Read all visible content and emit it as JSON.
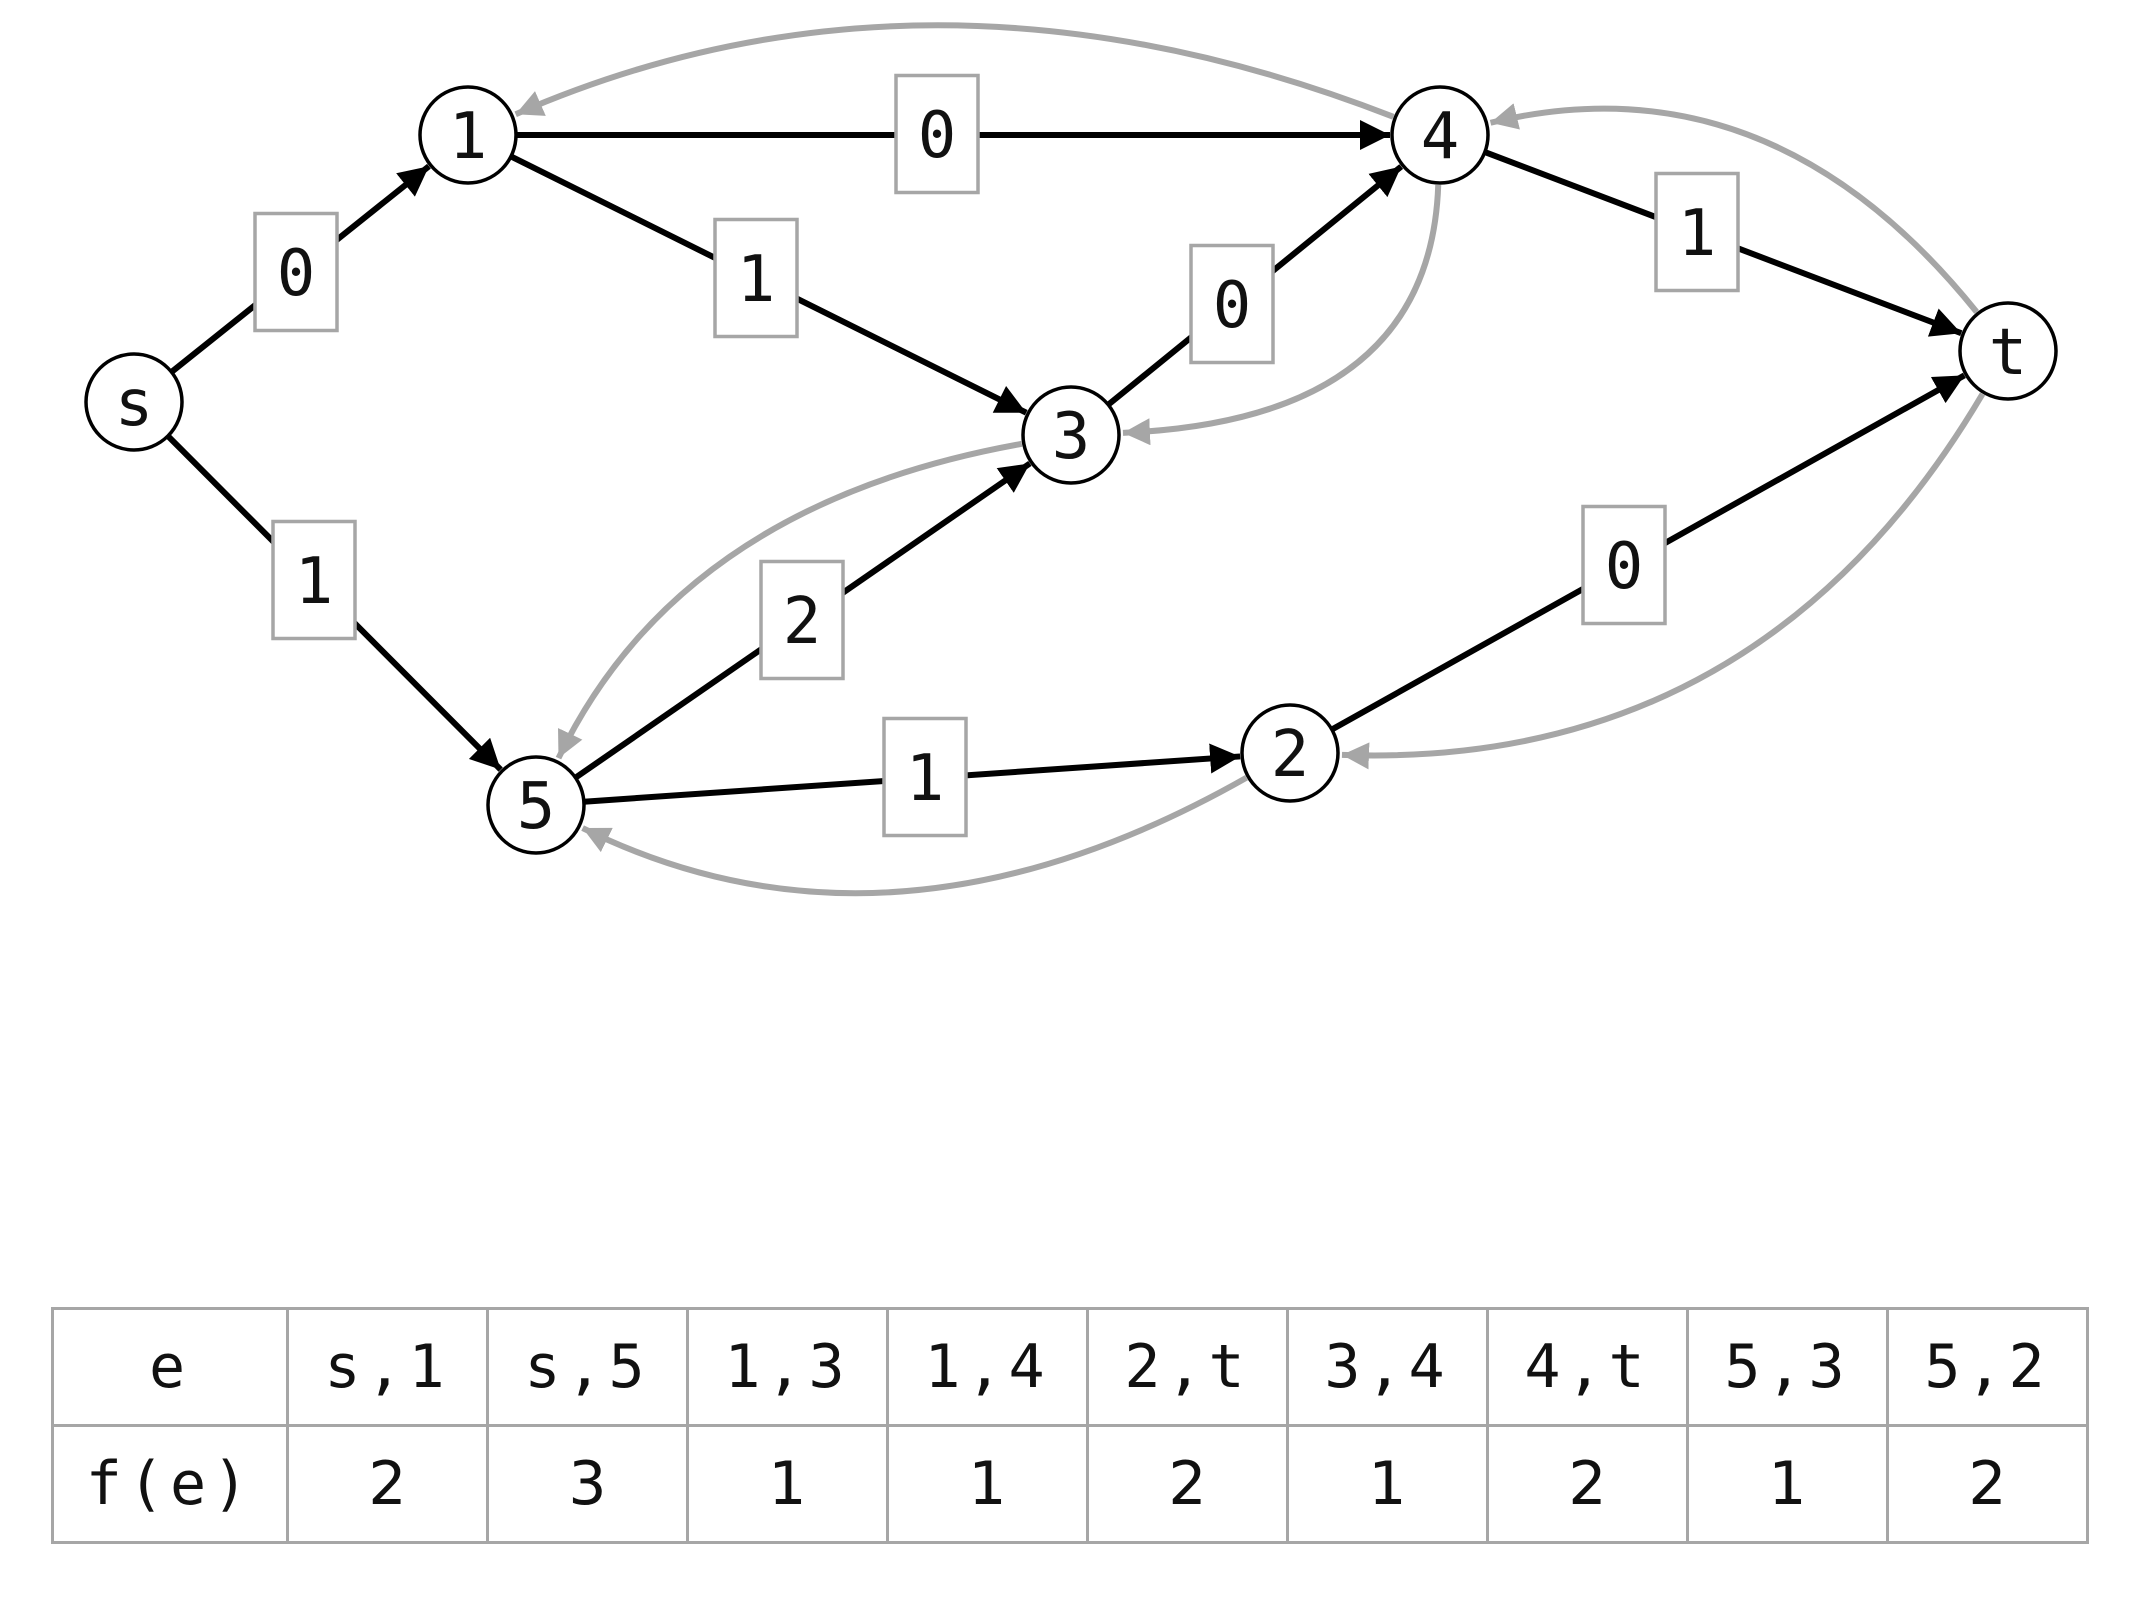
{
  "graph": {
    "nodes": [
      {
        "id": "s",
        "label": "s"
      },
      {
        "id": "1",
        "label": "1"
      },
      {
        "id": "3",
        "label": "3"
      },
      {
        "id": "4",
        "label": "4"
      },
      {
        "id": "t",
        "label": "t"
      },
      {
        "id": "5",
        "label": "5"
      },
      {
        "id": "2",
        "label": "2"
      }
    ],
    "edges": [
      {
        "from": "s",
        "to": "1",
        "label": "0"
      },
      {
        "from": "s",
        "to": "5",
        "label": "1"
      },
      {
        "from": "1",
        "to": "4",
        "label": "0"
      },
      {
        "from": "1",
        "to": "3",
        "label": "1"
      },
      {
        "from": "3",
        "to": "4",
        "label": "0"
      },
      {
        "from": "4",
        "to": "t",
        "label": "1"
      },
      {
        "from": "5",
        "to": "3",
        "label": "2"
      },
      {
        "from": "5",
        "to": "2",
        "label": "1"
      },
      {
        "from": "2",
        "to": "t",
        "label": "0"
      }
    ],
    "residual_edges": [
      {
        "from": "4",
        "to": "1"
      },
      {
        "from": "t",
        "to": "4"
      },
      {
        "from": "4",
        "to": "3"
      },
      {
        "from": "3",
        "to": "5"
      },
      {
        "from": "t",
        "to": "2"
      },
      {
        "from": "2",
        "to": "5"
      }
    ],
    "colors": {
      "edge": "#000000",
      "residual": "#a6a6a6",
      "box_border": "#a6a6a6"
    }
  },
  "table": {
    "header_label": "e",
    "value_label": "f(e)",
    "edges": [
      "s,1",
      "s,5",
      "1,3",
      "1,4",
      "2,t",
      "3,4",
      "4,t",
      "5,3",
      "5,2"
    ],
    "flows": [
      "2",
      "3",
      "1",
      "1",
      "2",
      "1",
      "2",
      "1",
      "2"
    ]
  }
}
